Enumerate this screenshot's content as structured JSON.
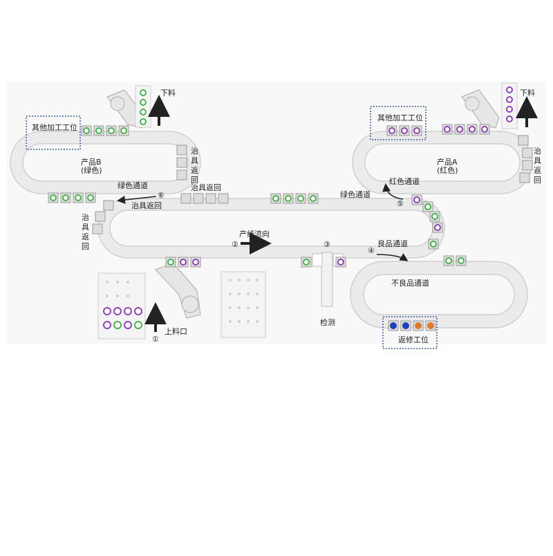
{
  "labels": {
    "other_station": "其他加工工位",
    "unload": "下料",
    "fixture_return_vertical": "治具返回",
    "product_b": "产品B",
    "product_b_color": "(绿色)",
    "product_a": "产品A",
    "product_a_color": "(红色)",
    "green_channel": "绿色通道",
    "red_channel": "红色通道",
    "fixture_return": "治具返回",
    "flow_direction": "产线流向",
    "good_channel": "良品通道",
    "defect_channel": "不良品通道",
    "rework_station": "返修工位",
    "inspection": "检测",
    "load_port": "上料口"
  },
  "step_markers": [
    "①",
    "②",
    "③",
    "④",
    "⑤",
    "⑥"
  ],
  "colors": {
    "track": "#eaeaea",
    "track_edge": "#cfcfcf",
    "green_part": "#4caf50",
    "purple_part": "#8e44ad",
    "blue_part": "#1e3fb5",
    "orange_part": "#e07a2a",
    "dotted_box": "#3a5ba0"
  }
}
